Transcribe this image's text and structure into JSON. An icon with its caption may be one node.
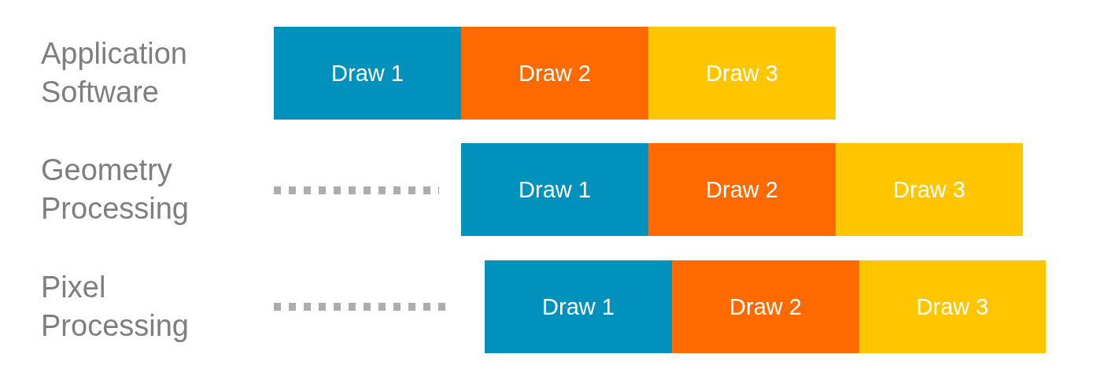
{
  "diagram": {
    "nodes": [
      {
        "text": [
          "Draw 1"
        ]
      },
      {
        "text": [
          "Draw 2"
        ]
      },
      {
        "text": [
          "Draw 3"
        ]
      },
      {
        "text": [
          "Draw 1"
        ]
      },
      {
        "text": [
          "Draw 2"
        ]
      },
      {
        "text": [
          "Draw 3"
        ]
      },
      {
        "text": [
          "Draw 1"
        ]
      },
      {
        "text": [
          "Draw 2"
        ]
      },
      {
        "text": [
          "Draw 3"
        ]
      }
    ],
    "labels": [
      "Application Software",
      "Geometry Processing",
      "Pixel Processing"
    ]
  }
}
